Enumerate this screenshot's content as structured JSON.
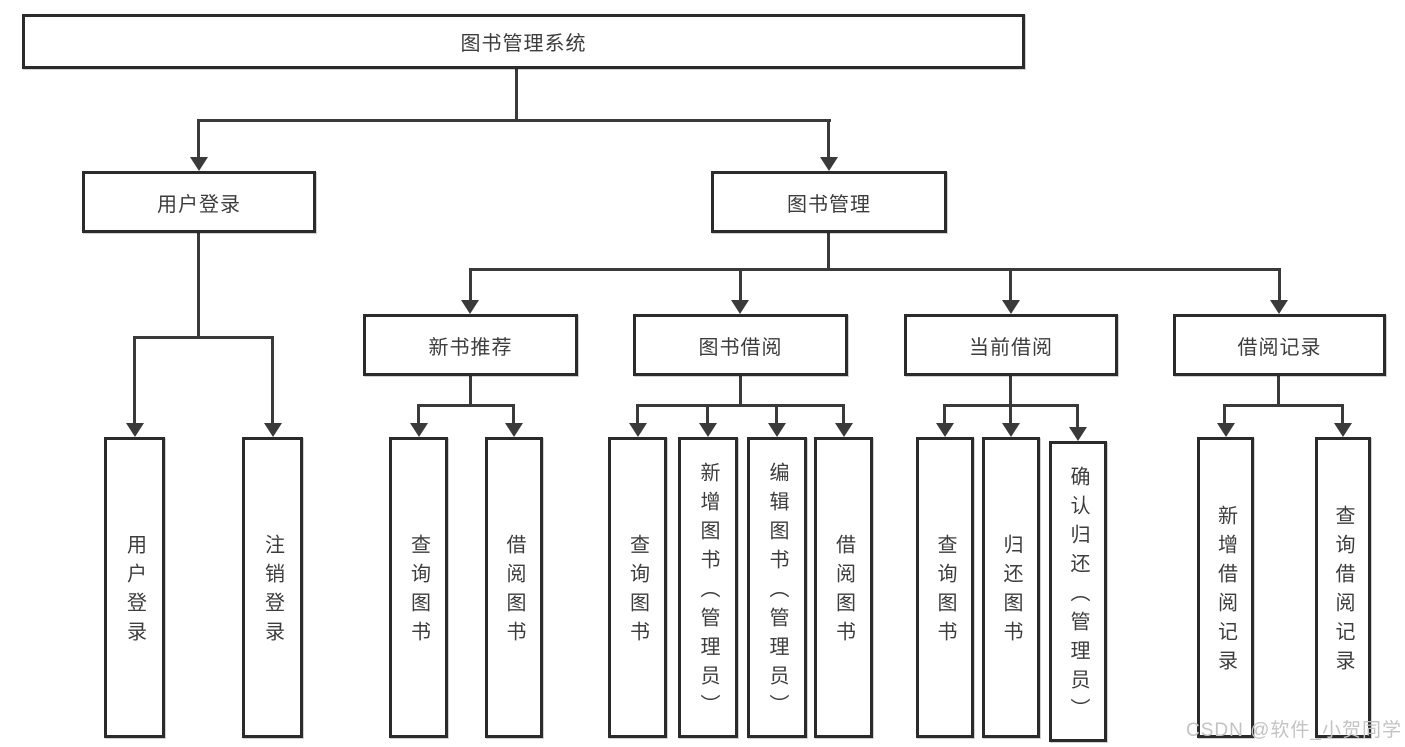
{
  "diagram": {
    "root": {
      "label": "图书管理系统"
    },
    "level2": {
      "user_login": {
        "label": "用户登录"
      },
      "book_mgmt": {
        "label": "图书管理"
      }
    },
    "level3": {
      "new_book": {
        "label": "新书推荐"
      },
      "book_borrow": {
        "label": "图书借阅"
      },
      "current_borrow": {
        "label": "当前借阅"
      },
      "borrow_record": {
        "label": "借阅记录"
      }
    },
    "leaves": {
      "user_login": {
        "label": "用户登录"
      },
      "logout": {
        "label": "注销登录"
      },
      "query_book_a": {
        "label": "查询图书"
      },
      "borrow_book_a": {
        "label": "借阅图书"
      },
      "query_book_b": {
        "label": "查询图书"
      },
      "add_book": {
        "label": "新增图书（管理员）"
      },
      "edit_book": {
        "label": "编辑图书（管理员）"
      },
      "borrow_book_b": {
        "label": "借阅图书"
      },
      "query_book_c": {
        "label": "查询图书"
      },
      "return_book": {
        "label": "归还图书"
      },
      "confirm_return": {
        "label": "确认归还（管理员）"
      },
      "add_record": {
        "label": "新增借阅记录"
      },
      "query_record": {
        "label": "查询借阅记录"
      }
    },
    "watermark": "CSDN @软件_小贺同学",
    "colors": {
      "line": "#3a3a3a",
      "box_border": "#2b2b2b",
      "text": "#3d3d3d",
      "watermark": "#c3c3c3",
      "background": "#ffffff"
    }
  }
}
